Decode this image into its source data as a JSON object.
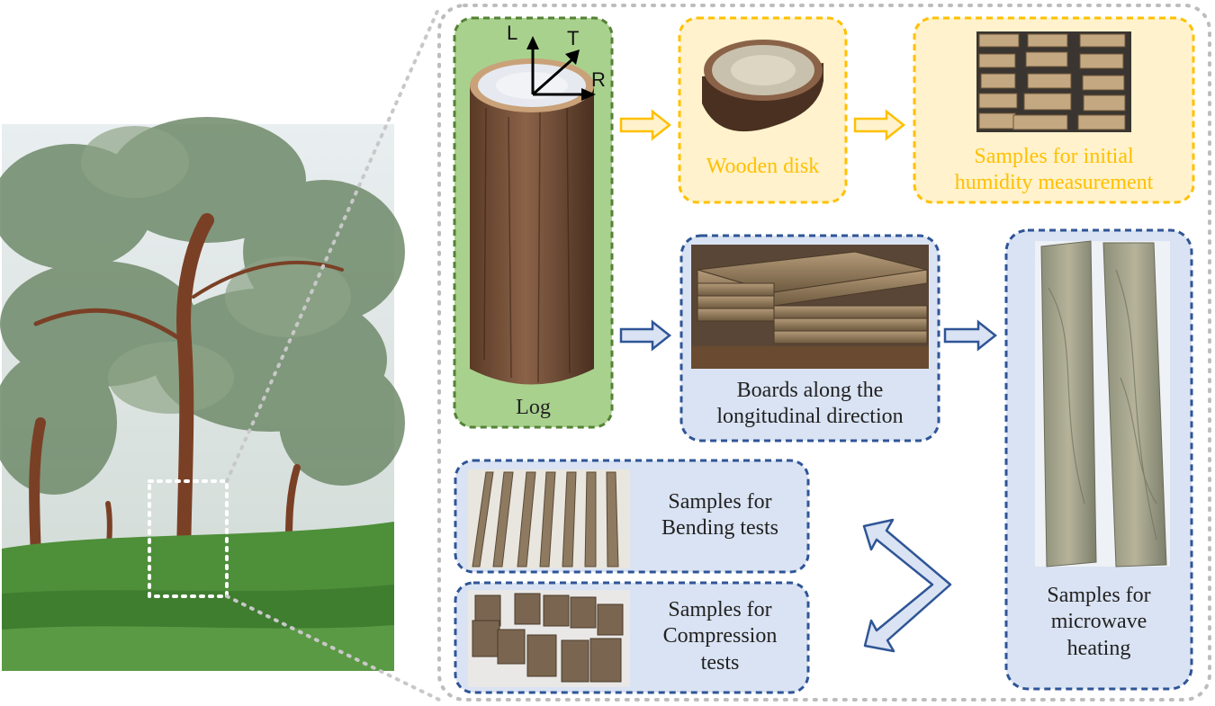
{
  "axes": {
    "l": "L",
    "t": "T",
    "r": "R"
  },
  "log": {
    "label": "Log"
  },
  "disk": {
    "label": "Wooden disk"
  },
  "humidity": {
    "line1": "Samples for initial",
    "line2": "humidity measurement"
  },
  "boards": {
    "line1": "Boards along the",
    "line2": "longitudinal direction"
  },
  "microwave": {
    "line1": "Samples for",
    "line2": "microwave",
    "line3": "heating"
  },
  "bending": {
    "line1": "Samples for",
    "line2": "Bending tests"
  },
  "compression": {
    "line1": "Samples for",
    "line2": "Compression",
    "line3": "tests"
  },
  "colors": {
    "green_fill": "#a9d18e",
    "green_border": "#548235",
    "yellow_fill": "#fff2cc",
    "yellow_border": "#ffc000",
    "blue_fill": "#dae3f3",
    "blue_border": "#2f5597",
    "yellow_text": "#ffc000",
    "dark_text": "#222222"
  }
}
